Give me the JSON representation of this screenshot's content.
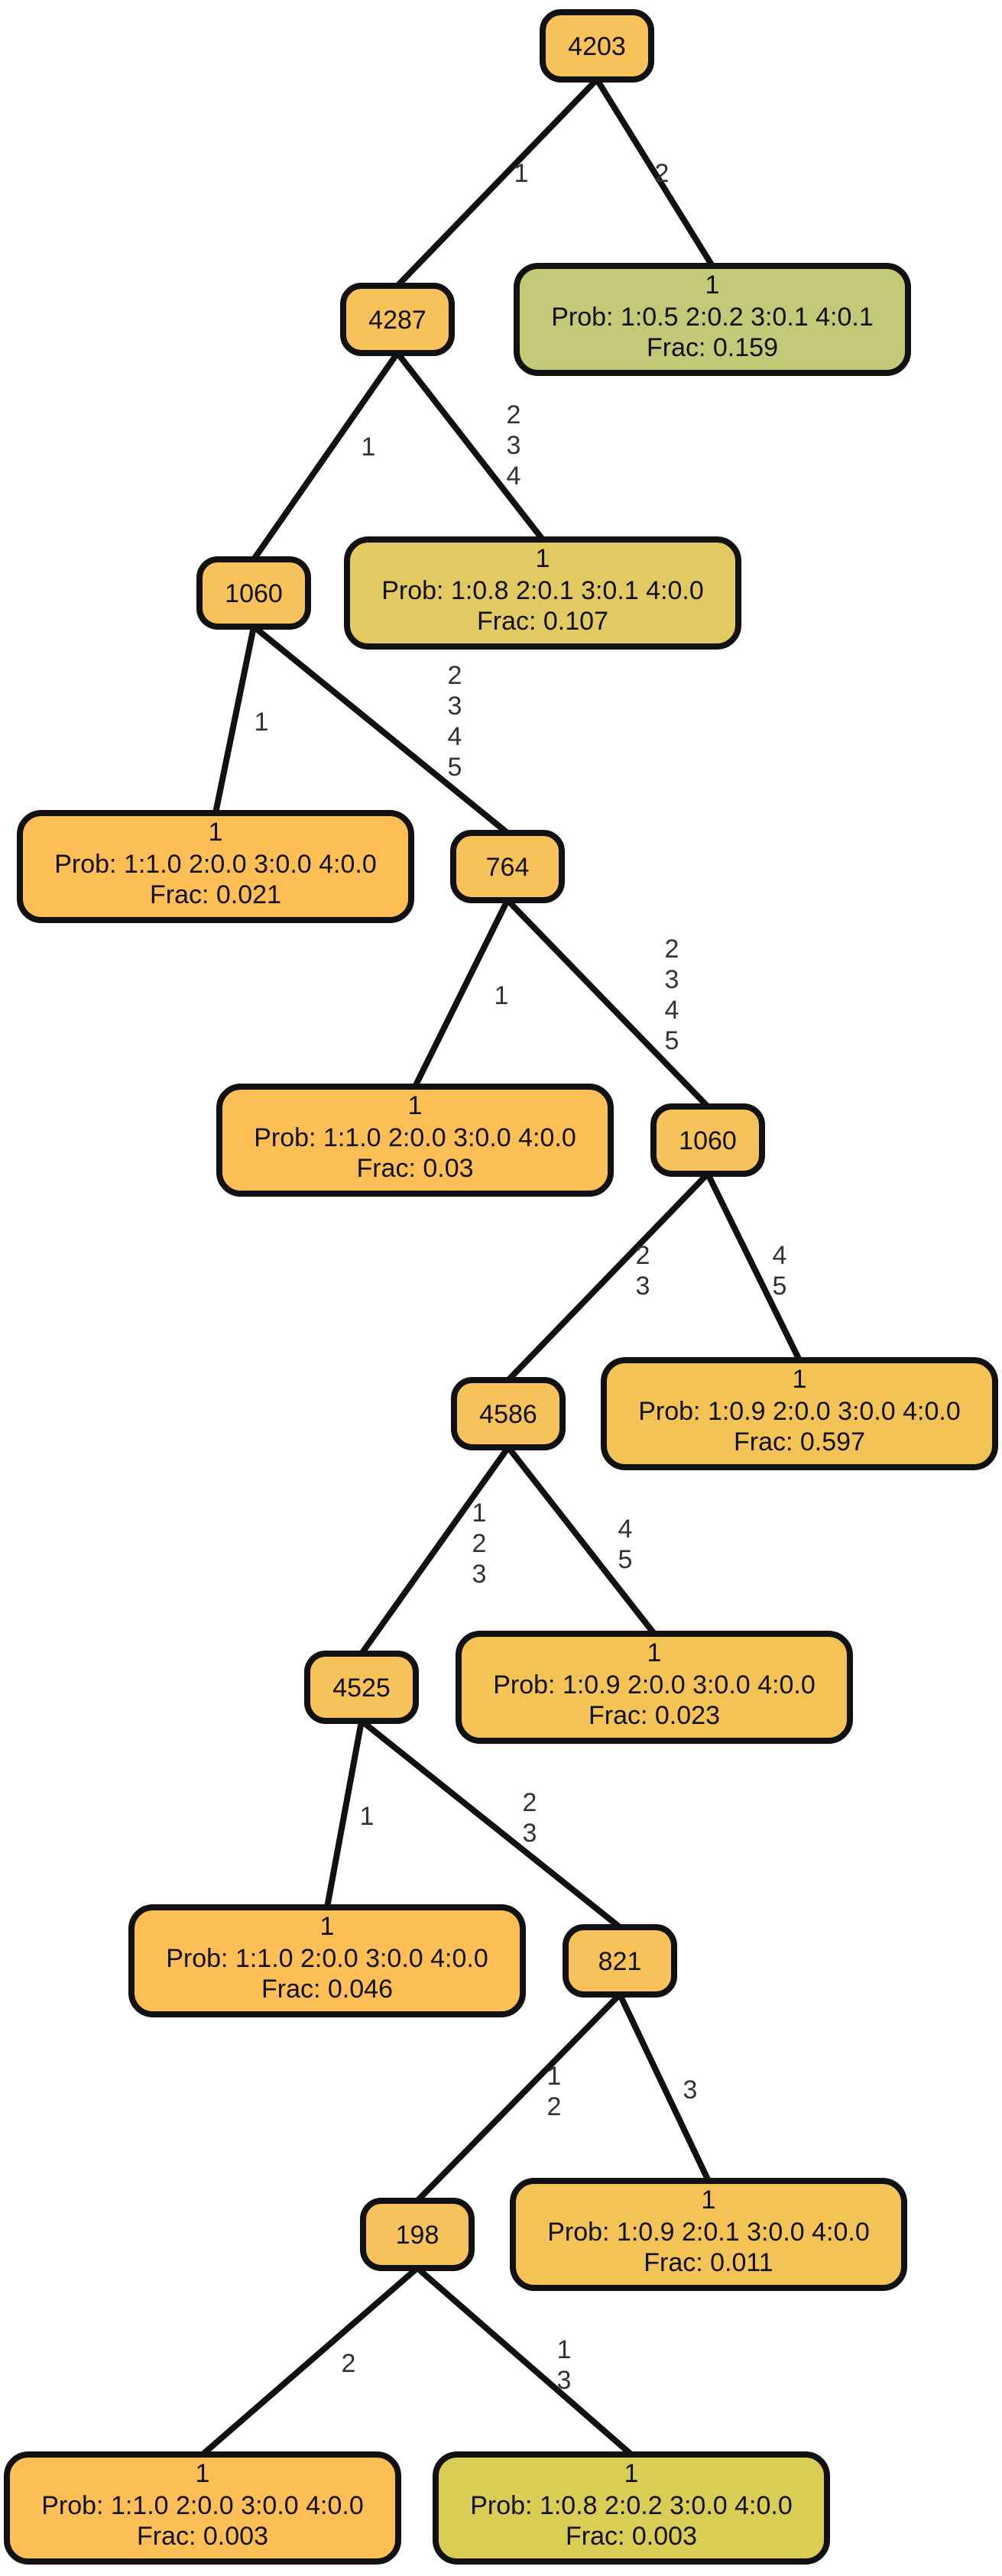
{
  "colors": {
    "split_node": "#F7C25A",
    "leaf_pure": "#FDBF55",
    "leaf_green": "#C3C977",
    "leaf_khaki": "#E3C962",
    "leaf_gold": "#F4C356",
    "leaf_lime": "#D9CD55",
    "stroke": "#111111",
    "label": "#333333"
  },
  "nodes": [
    {
      "id": "n4203",
      "label": "4203"
    },
    {
      "id": "n4287",
      "label": "4287"
    },
    {
      "id": "n1060a",
      "label": "1060"
    },
    {
      "id": "n764",
      "label": "764"
    },
    {
      "id": "n1060b",
      "label": "1060"
    },
    {
      "id": "n4586",
      "label": "4586"
    },
    {
      "id": "n4525",
      "label": "4525"
    },
    {
      "id": "n821",
      "label": "821"
    },
    {
      "id": "n198",
      "label": "198"
    }
  ],
  "leaves": [
    {
      "id": "l1",
      "title": "1",
      "prob": "Prob: 1:0.5 2:0.2 3:0.1 4:0.1",
      "frac": "Frac: 0.159"
    },
    {
      "id": "l2",
      "title": "1",
      "prob": "Prob: 1:0.8 2:0.1 3:0.1 4:0.0",
      "frac": "Frac: 0.107"
    },
    {
      "id": "l3",
      "title": "1",
      "prob": "Prob: 1:1.0 2:0.0 3:0.0 4:0.0",
      "frac": "Frac: 0.021"
    },
    {
      "id": "l4",
      "title": "1",
      "prob": "Prob: 1:1.0 2:0.0 3:0.0 4:0.0",
      "frac": "Frac: 0.03"
    },
    {
      "id": "l5",
      "title": "1",
      "prob": "Prob: 1:0.9 2:0.0 3:0.0 4:0.0",
      "frac": "Frac: 0.597"
    },
    {
      "id": "l6",
      "title": "1",
      "prob": "Prob: 1:0.9 2:0.0 3:0.0 4:0.0",
      "frac": "Frac: 0.023"
    },
    {
      "id": "l7",
      "title": "1",
      "prob": "Prob: 1:1.0 2:0.0 3:0.0 4:0.0",
      "frac": "Frac: 0.046"
    },
    {
      "id": "l8",
      "title": "1",
      "prob": "Prob: 1:0.9 2:0.1 3:0.0 4:0.0",
      "frac": "Frac: 0.011"
    },
    {
      "id": "l9",
      "title": "1",
      "prob": "Prob: 1:1.0 2:0.0 3:0.0 4:0.0",
      "frac": "Frac: 0.003"
    },
    {
      "id": "l10",
      "title": "1",
      "prob": "Prob: 1:0.8 2:0.2 3:0.0 4:0.0",
      "frac": "Frac: 0.003"
    }
  ],
  "edge_labels": [
    {
      "id": "e1",
      "lines": [
        "1"
      ]
    },
    {
      "id": "e2",
      "lines": [
        "2"
      ]
    },
    {
      "id": "e3",
      "lines": [
        "1"
      ]
    },
    {
      "id": "e4",
      "lines": [
        "2",
        "3",
        "4"
      ]
    },
    {
      "id": "e5",
      "lines": [
        "1"
      ]
    },
    {
      "id": "e6",
      "lines": [
        "2",
        "3",
        "4",
        "5"
      ]
    },
    {
      "id": "e7",
      "lines": [
        "1"
      ]
    },
    {
      "id": "e8",
      "lines": [
        "2",
        "3",
        "4",
        "5"
      ]
    },
    {
      "id": "e9",
      "lines": [
        "2",
        "3"
      ]
    },
    {
      "id": "e10",
      "lines": [
        "4",
        "5"
      ]
    },
    {
      "id": "e11",
      "lines": [
        "1",
        "2",
        "3"
      ]
    },
    {
      "id": "e12",
      "lines": [
        "4",
        "5"
      ]
    },
    {
      "id": "e13",
      "lines": [
        "1"
      ]
    },
    {
      "id": "e14",
      "lines": [
        "2",
        "3"
      ]
    },
    {
      "id": "e15",
      "lines": [
        "1",
        "2"
      ]
    },
    {
      "id": "e16",
      "lines": [
        "3"
      ]
    },
    {
      "id": "e17",
      "lines": [
        "2"
      ]
    },
    {
      "id": "e18",
      "lines": [
        "1",
        "3"
      ]
    }
  ]
}
